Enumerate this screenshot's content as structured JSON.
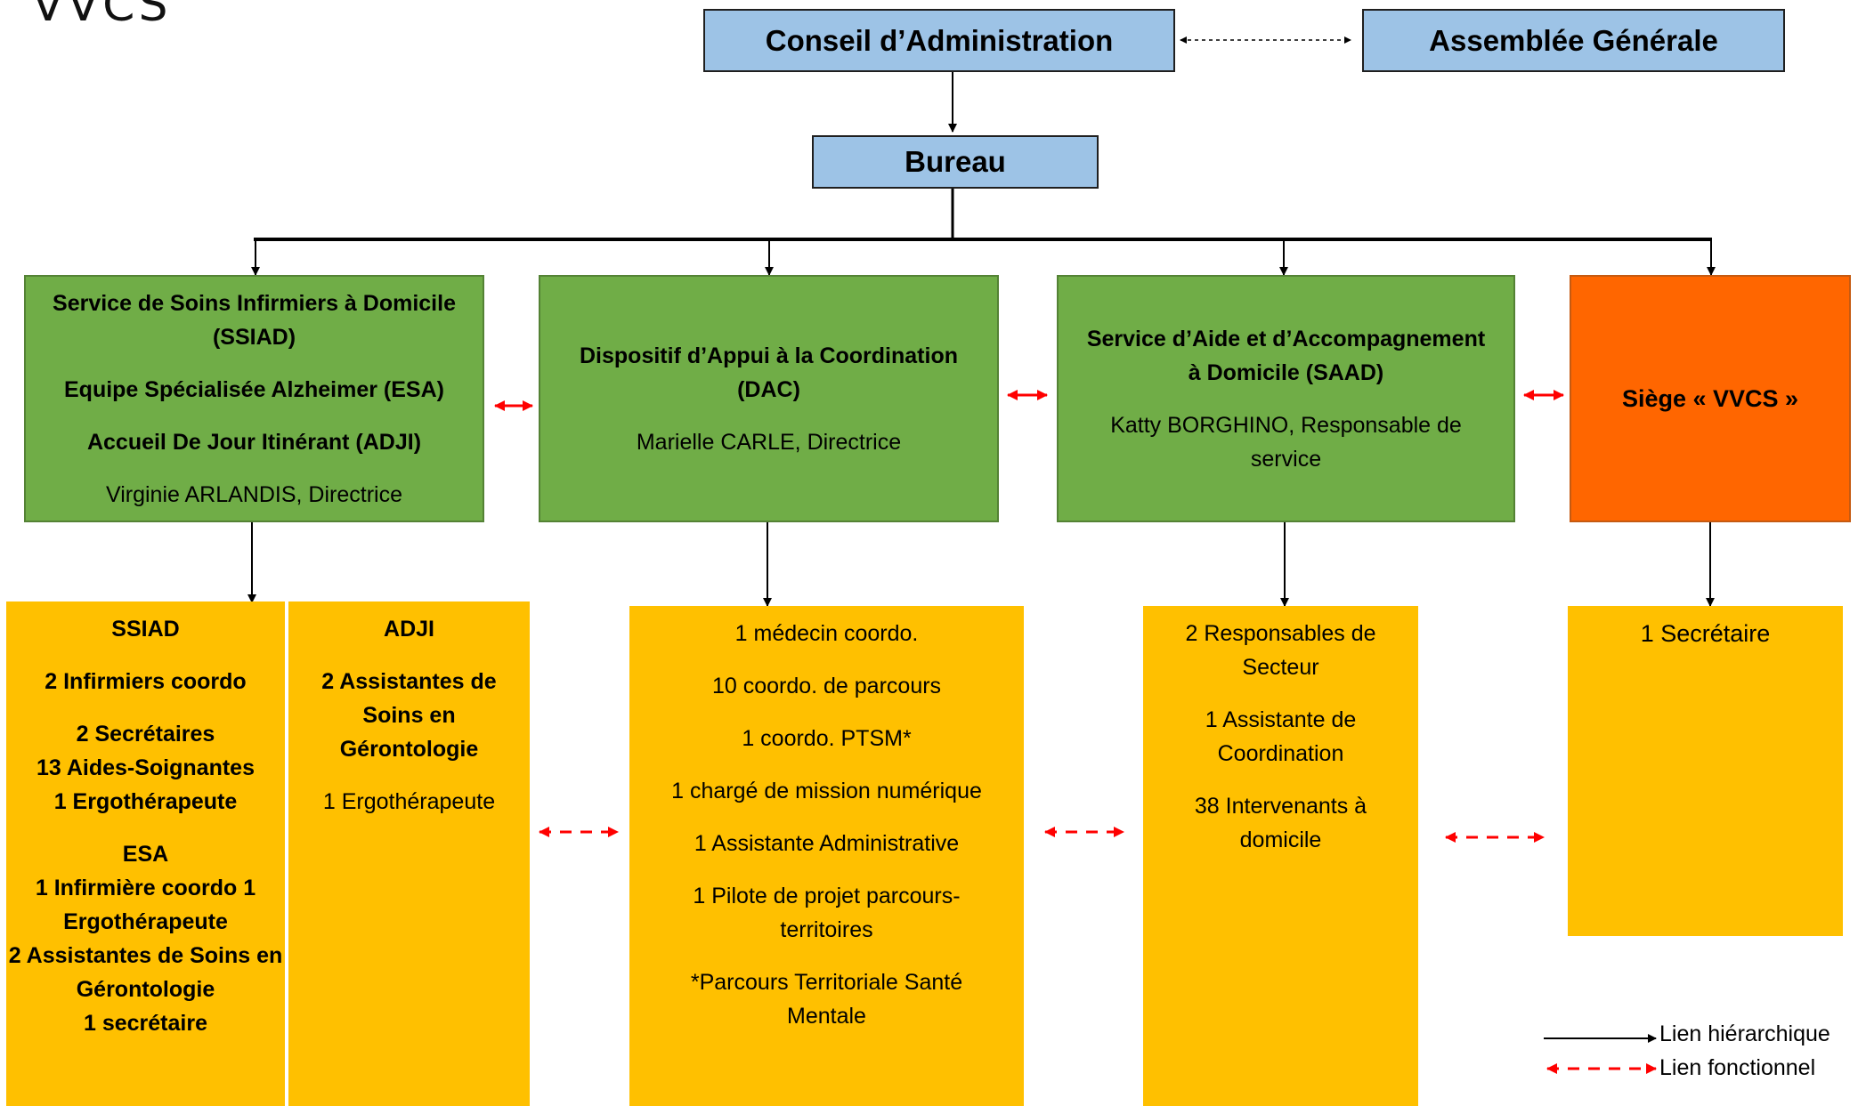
{
  "logo_text": "VVCS",
  "top": {
    "conseil": "Conseil d’Administration",
    "assemblee": "Assemblée Générale",
    "bureau": "Bureau"
  },
  "services": {
    "ssiad": {
      "title1": "Service de Soins Infirmiers à Domicile (SSIAD)",
      "title2": "Equipe Spécialisée Alzheimer (ESA)",
      "title3": "Accueil De Jour Itinérant (ADJI)",
      "person": "Virginie ARLANDIS, Directrice"
    },
    "dac": {
      "title": "Dispositif d’Appui à la Coordination (DAC)",
      "person": "Marielle CARLE, Directrice"
    },
    "saad": {
      "title": "Service d’Aide et d’Accompagnement à Domicile (SAAD)",
      "person": "Katty BORGHINO, Responsable de service"
    },
    "siege": {
      "title": "Siège « VVCS »"
    }
  },
  "staff": {
    "ssiad": {
      "head": "SSIAD",
      "l1": "2 Infirmiers coordo",
      "l2": "2 Secrétaires",
      "l3": "13 Aides-Soignantes",
      "l4": "1 Ergothérapeute",
      "l5": "ESA",
      "l6": "1 Infirmière coordo 1 Ergothérapeute",
      "l7": "2 Assistantes de Soins en Gérontologie",
      "l8": "1 secrétaire"
    },
    "adji": {
      "head": "ADJI",
      "l1": "2 Assistantes de Soins en Gérontologie",
      "l2": "1 Ergothérapeute"
    },
    "dac": {
      "l1": "1 médecin coordo.",
      "l2": "10 coordo. de parcours",
      "l3": "1 coordo. PTSM*",
      "l4": "1 chargé de mission numérique",
      "l5": "1 Assistante Administrative",
      "l6": "1 Pilote de projet parcours-territoires",
      "l7": "*Parcours Territoriale Santé Mentale"
    },
    "saad": {
      "l1": "2 Responsables de Secteur",
      "l2": "1 Assistante de Coordination",
      "l3": "38 Intervenants à domicile"
    },
    "siege": {
      "l1": "1 Secrétaire"
    }
  },
  "legend": {
    "hierarchique": "Lien hiérarchique",
    "fonctionnel": "Lien fonctionnel"
  },
  "colors": {
    "top_boxes": "#9dc3e6",
    "service_boxes": "#70ad47",
    "siege_box": "#ff6600",
    "staff_boxes": "#ffc000",
    "functional_link": "#ff0000"
  }
}
